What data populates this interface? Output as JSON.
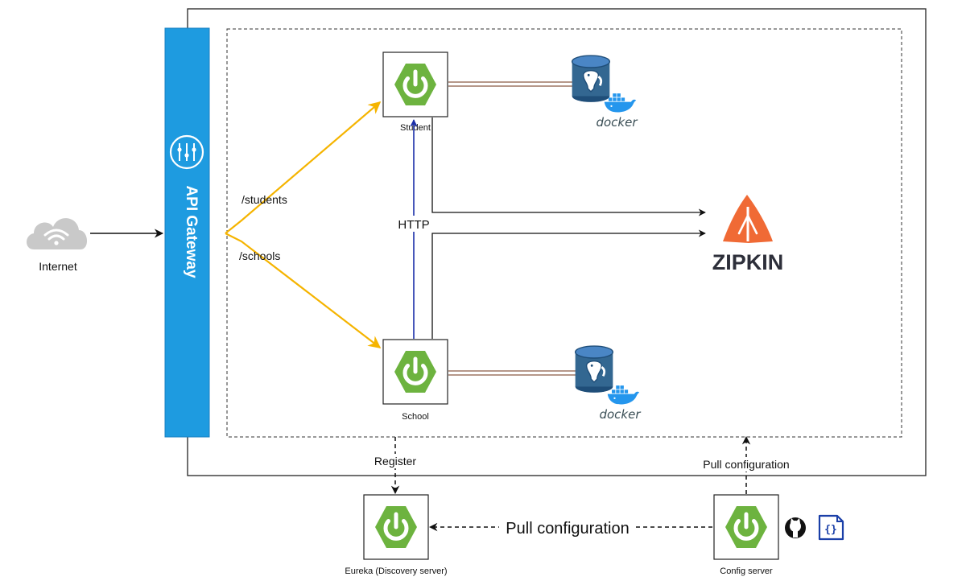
{
  "colors": {
    "gateway_blue": "#1e9be0",
    "route_yellow": "#f5b400",
    "http_blue": "#1a2ea8",
    "db_link_brown": "#8a5a44",
    "spring_green": "#6db33f",
    "zipkin_orange": "#f06a35",
    "postgres_blue": "#336791",
    "docker_blue": "#2496ed"
  },
  "gateway": {
    "label": "API Gateway",
    "icon": "api-gateway-icon"
  },
  "internet": {
    "label": "Internet",
    "icon": "cloud-wifi-icon"
  },
  "routes": {
    "students": "/students",
    "schools": "/schools"
  },
  "services": {
    "student": {
      "label": "Student",
      "icon": "spring-power-icon"
    },
    "school": {
      "label": "School",
      "icon": "spring-power-icon"
    },
    "eureka": {
      "label": "Eureka (Discovery server)",
      "icon": "spring-power-icon"
    },
    "config": {
      "label": "Config server",
      "icon": "spring-power-icon"
    }
  },
  "databases": {
    "student_db": {
      "icon": "postgres-db-icon",
      "docker_label": "docker"
    },
    "school_db": {
      "icon": "postgres-db-icon",
      "docker_label": "docker"
    }
  },
  "zipkin": {
    "label": "ZIPKIN",
    "icon": "zipkin-logo-icon"
  },
  "edges": {
    "http": "HTTP",
    "register": "Register",
    "pull_config_gateway": "Pull configuration",
    "pull_config_eureka": "Pull configuration"
  },
  "config_extras": {
    "github_icon": "github-icon",
    "json_icon": "json-file-icon",
    "json_glyph": "{}"
  }
}
